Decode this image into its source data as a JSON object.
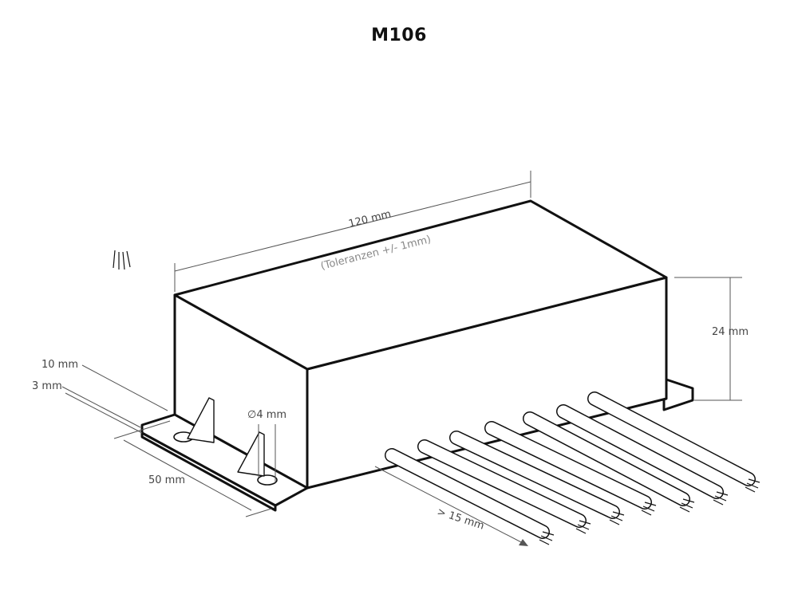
{
  "title": "M106",
  "dimensions": {
    "length": "120 mm",
    "tolerance": "(Toleranzen +/- 1mm)",
    "height": "24 mm",
    "flange_width": "10 mm",
    "flange_thickness": "3 mm",
    "depth": "50 mm",
    "hole_diameter": "∅4 mm",
    "wire_length": "> 15 mm"
  }
}
